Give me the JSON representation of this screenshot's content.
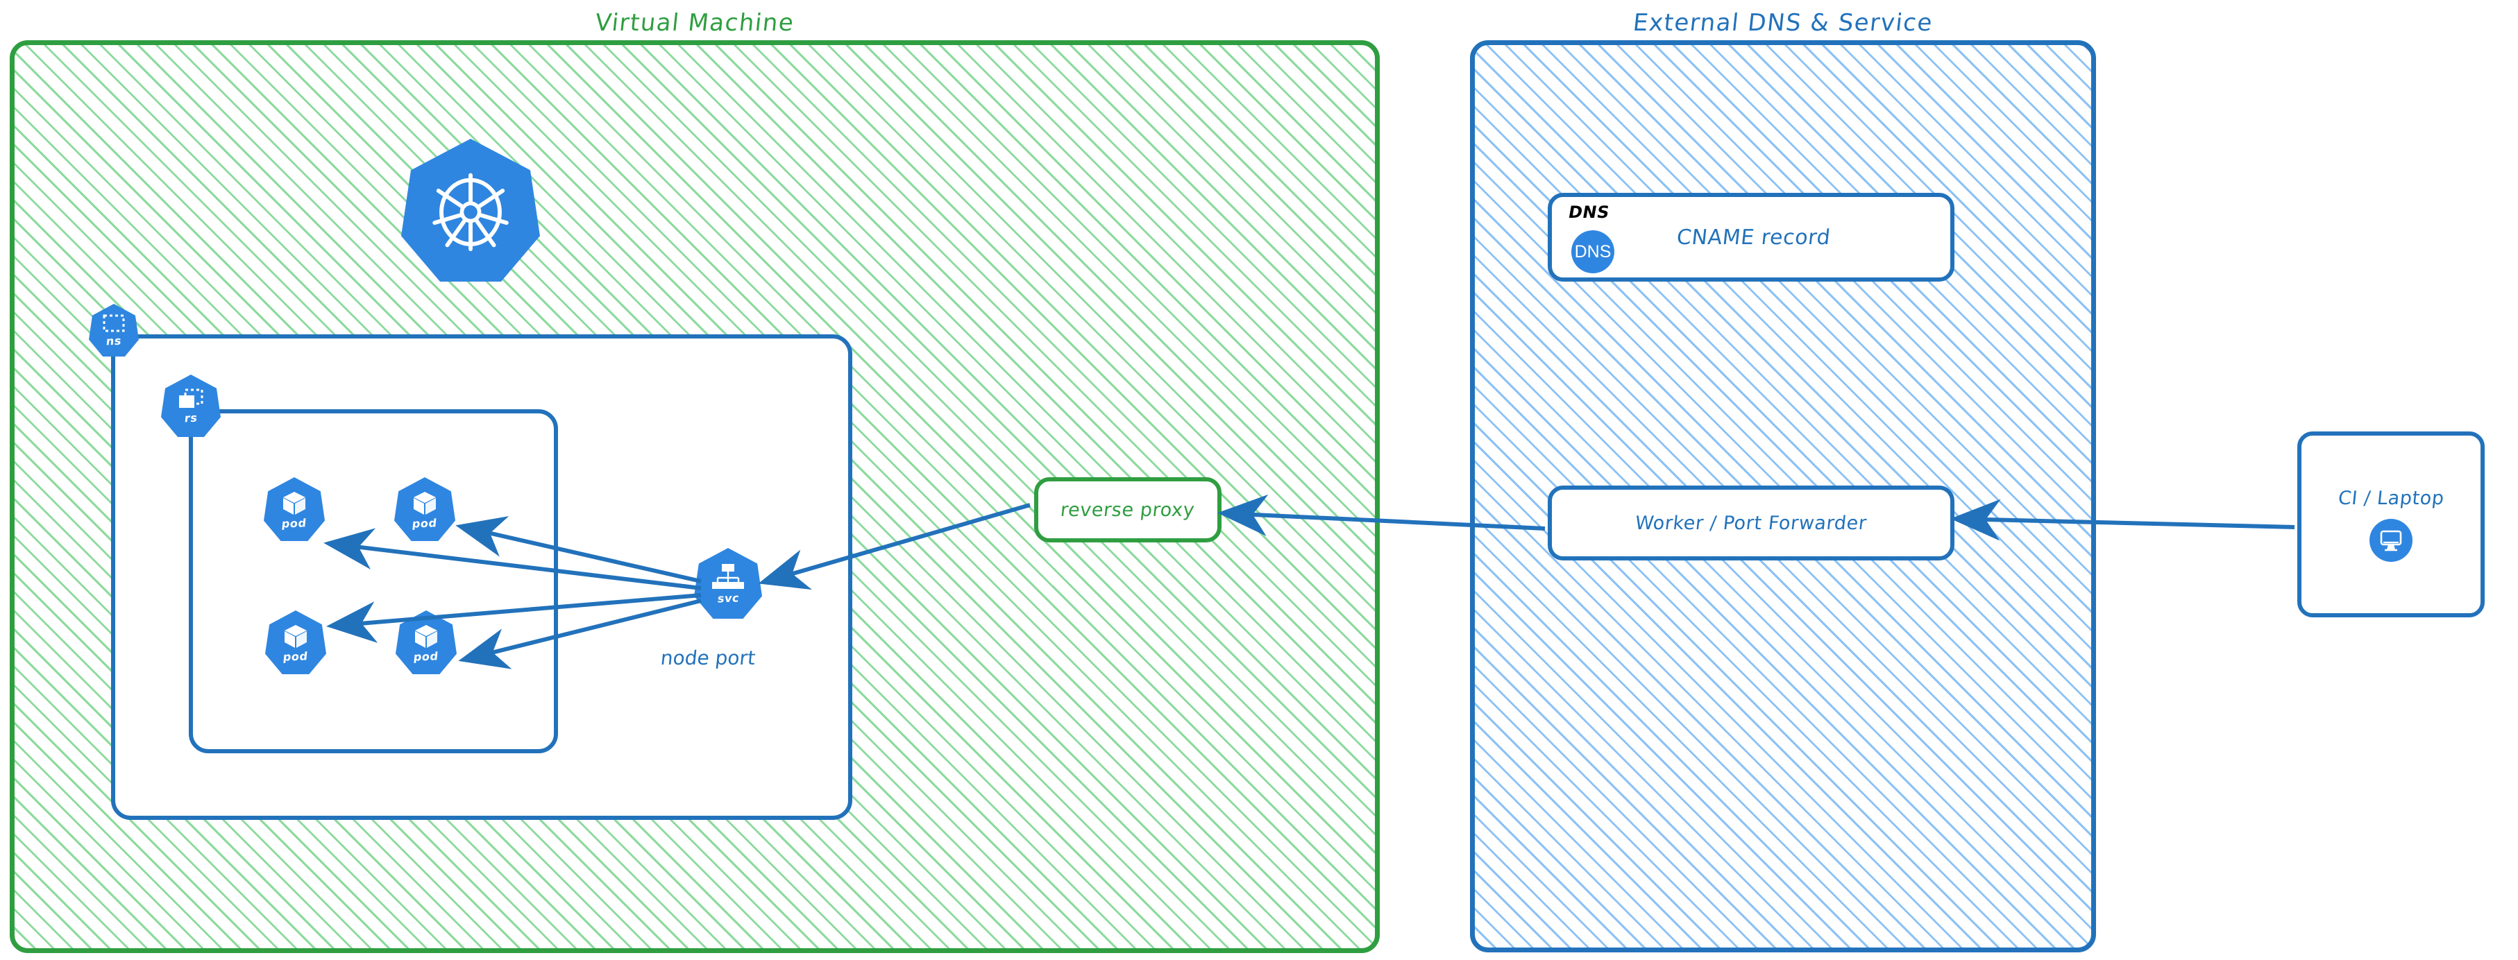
{
  "diagram": {
    "type": "architecture-diagram",
    "groups": [
      {
        "id": "vm",
        "title": "Virtual Machine",
        "color": "#2f9e41",
        "hatch": "#79d48c"
      },
      {
        "id": "dns",
        "title": "External DNS & Service",
        "color": "#2272bb",
        "hatch": "#87bff3"
      }
    ],
    "kubernetes": {
      "logo_name": "kubernetes-helm-wheel",
      "namespace_badge": {
        "label": "ns",
        "icon": "dashed-square-icon"
      },
      "replicaset_badge": {
        "label": "rs",
        "icon": "dashed-square-with-sheet-icon"
      },
      "pods": [
        {
          "label": "pod",
          "icon": "cube-icon"
        },
        {
          "label": "pod",
          "icon": "cube-icon"
        },
        {
          "label": "pod",
          "icon": "cube-icon"
        },
        {
          "label": "pod",
          "icon": "cube-icon"
        }
      ],
      "service": {
        "label": "svc",
        "icon": "hierarchy-tree-icon",
        "caption": "node port"
      }
    },
    "nodes": [
      {
        "id": "reverse-proxy",
        "label": "reverse proxy",
        "color": "#2f9e41"
      },
      {
        "id": "worker",
        "label": "Worker / Port Forwarder",
        "color": "#2272bb"
      },
      {
        "id": "ci-laptop",
        "label": "CI / Laptop",
        "color": "#2272bb",
        "icon": "desktop-monitor-icon"
      },
      {
        "id": "cname",
        "label": "CNAME record",
        "color": "#2272bb",
        "tag": "DNS",
        "badge": "DNS",
        "icon": "dns-circle-icon"
      }
    ],
    "edges": [
      {
        "from": "svc",
        "to": "pod-1",
        "style": "arrow"
      },
      {
        "from": "svc",
        "to": "pod-2",
        "style": "arrow"
      },
      {
        "from": "svc",
        "to": "pod-3",
        "style": "arrow"
      },
      {
        "from": "svc",
        "to": "pod-4",
        "style": "arrow"
      },
      {
        "from": "reverse-proxy",
        "to": "svc",
        "style": "arrow"
      },
      {
        "from": "worker",
        "to": "reverse-proxy",
        "style": "arrow"
      },
      {
        "from": "ci-laptop",
        "to": "worker",
        "style": "arrow"
      }
    ],
    "colors": {
      "green": "#2f9e41",
      "blue": "#2272bb",
      "k8s_blue": "#2f86e0",
      "arrow": "#2272bb",
      "black": "#000000"
    }
  }
}
